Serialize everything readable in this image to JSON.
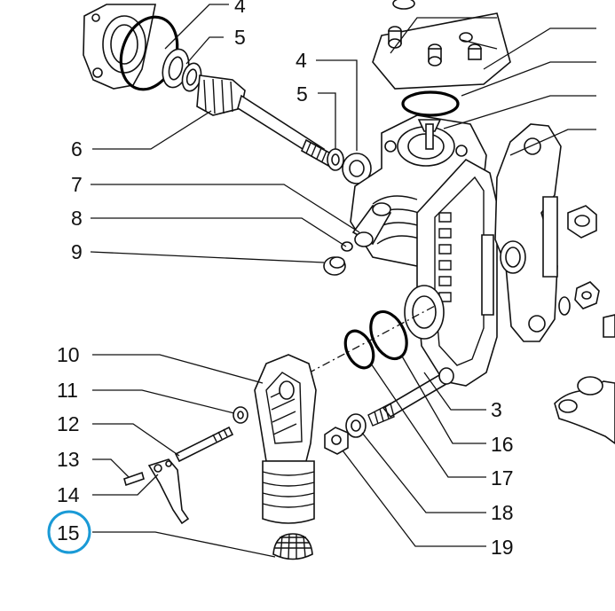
{
  "diagram": {
    "labels": {
      "l4a": "4",
      "l5a": "5",
      "l4b": "4",
      "l5b": "5",
      "l6": "6",
      "l7": "7",
      "l8": "8",
      "l9": "9",
      "l10": "10",
      "l11": "11",
      "l12": "12",
      "l13": "13",
      "l14": "14",
      "l15": "15",
      "l3": "3",
      "l16": "16",
      "l17": "17",
      "l18": "18",
      "l19": "19"
    },
    "highlight": {
      "label": "15",
      "color": "#1a9ad6"
    },
    "line_color": "#111111",
    "background": "#ffffff"
  }
}
